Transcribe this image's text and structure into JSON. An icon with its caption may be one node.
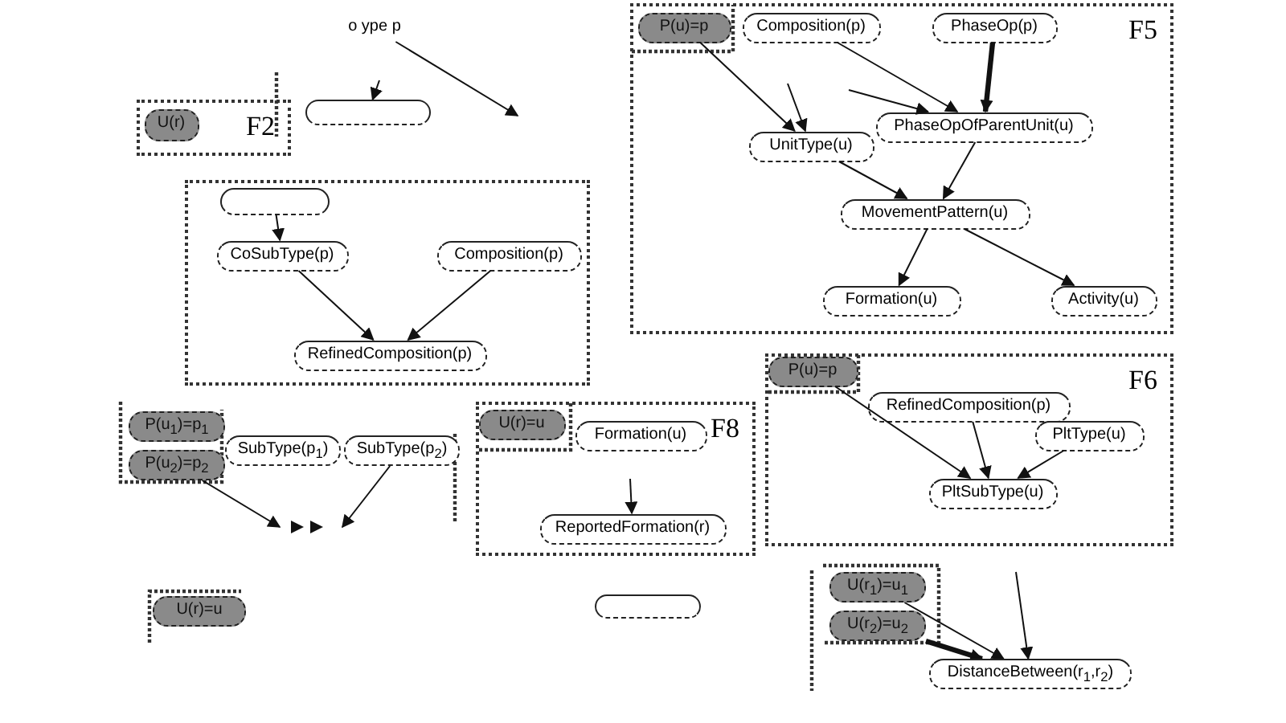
{
  "diagram": {
    "nodes": [
      {
        "text": [
          "o ype p"
        ]
      },
      {
        "text": [
          "F2"
        ]
      },
      {
        "text": [
          "U(r)"
        ],
        "in": 1
      },
      {
        "text": [],
        "shape": "box"
      },
      {
        "text": [],
        "shape": "box"
      },
      {
        "text": [],
        "shape": "box",
        "in": 4
      },
      {
        "text": [
          "CoSubType(p)"
        ],
        "in": 4
      },
      {
        "text": [
          "Composition(p)"
        ],
        "in": 4
      },
      {
        "text": [
          "RefinedComposition(p)"
        ],
        "in": 4
      },
      {
        "text": [
          "F5"
        ]
      },
      {
        "text": [
          "P(u)=p"
        ],
        "in": 9
      },
      {
        "text": [
          "Composition(p)"
        ],
        "in": 9
      },
      {
        "text": [
          "PhaseOp(p)"
        ],
        "in": 9
      },
      {
        "text": [
          "PhaseOpOfParentUnit(u)"
        ],
        "in": 9
      },
      {
        "text": [
          "UnitType(u)"
        ],
        "in": 9
      },
      {
        "text": [
          "MovementPattern(u)"
        ],
        "in": 9
      },
      {
        "text": [
          "Formation(u)"
        ],
        "in": 9
      },
      {
        "text": [
          "Activity(u)"
        ],
        "in": 9
      },
      {
        "text": [
          "F6"
        ]
      },
      {
        "text": [
          "P(u)=p"
        ],
        "in": 18
      },
      {
        "text": [
          "RefinedComposition(p)"
        ],
        "in": 18
      },
      {
        "text": [
          "PltType(u)"
        ],
        "in": 18
      },
      {
        "text": [
          "PltSubType(u)"
        ],
        "in": 18
      },
      {
        "text": [
          "P(u$_{1}$)=p$_{1}$"
        ]
      },
      {
        "text": [
          "P(u$_{2}$)=p$_{2}$"
        ]
      },
      {
        "text": [
          "SubType(p$_{1}$)"
        ]
      },
      {
        "text": [
          "SubType(p$_{2}$)"
        ]
      },
      {
        "text": [
          "F8"
        ]
      },
      {
        "text": [
          "U(r)=u"
        ],
        "in": 27
      },
      {
        "text": [
          "Formation(u)"
        ],
        "in": 27
      },
      {
        "text": [
          "ReportedFormation(r)"
        ],
        "in": 27
      },
      {
        "text": [
          "U(r)=u"
        ]
      },
      {
        "text": [],
        "shape": "box"
      },
      {
        "text": [
          "U(r$_{1}$)=u$_{1}$"
        ]
      },
      {
        "text": [
          "U(r$_{2}$)=u$_{2}$"
        ]
      },
      {
        "text": [
          "DistanceBetween(r$_{1}$,r$_{2}$)"
        ]
      }
    ],
    "edges": [
      {
        "from": 0,
        "to": null,
        "arrow": "to"
      },
      {
        "from": null,
        "to": 3,
        "arrow": "to"
      },
      {
        "from": 5,
        "to": 6,
        "arrow": "to"
      },
      {
        "from": 6,
        "to": 8,
        "arrow": "to"
      },
      {
        "from": 7,
        "to": 8,
        "arrow": "to"
      },
      {
        "from": 10,
        "to": 14,
        "arrow": "to"
      },
      {
        "from": 11,
        "to": 13,
        "arrow": "to"
      },
      {
        "from": 12,
        "to": 13,
        "arrow": "to",
        "style": "thick"
      },
      {
        "from": null,
        "to": 14,
        "arrow": "to"
      },
      {
        "from": null,
        "to": 13,
        "arrow": "to"
      },
      {
        "from": 14,
        "to": 15,
        "arrow": "to"
      },
      {
        "from": 13,
        "to": 15,
        "arrow": "to"
      },
      {
        "from": 15,
        "to": 16,
        "arrow": "to"
      },
      {
        "from": 15,
        "to": 17,
        "arrow": "to"
      },
      {
        "from": 19,
        "to": 22,
        "arrow": "to"
      },
      {
        "from": 20,
        "to": 22,
        "arrow": "to"
      },
      {
        "from": 21,
        "to": 22,
        "arrow": "to"
      },
      {
        "from": 24,
        "to": null,
        "arrow": "to"
      },
      {
        "from": 26,
        "to": null,
        "arrow": "to"
      },
      {
        "from": null,
        "to": 30,
        "arrow": "to"
      },
      {
        "from": 33,
        "to": 35,
        "arrow": "to"
      },
      {
        "from": 34,
        "to": 35,
        "arrow": "to",
        "style": "thick"
      },
      {
        "from": null,
        "to": 35,
        "arrow": "to"
      }
    ]
  }
}
